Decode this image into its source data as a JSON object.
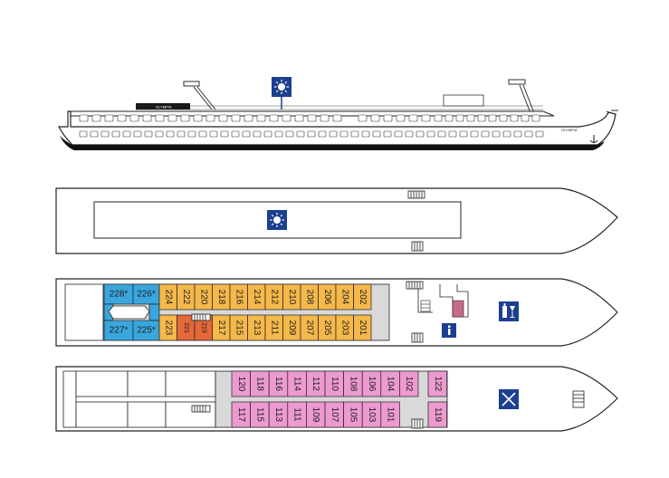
{
  "ship": {
    "name": "OLYMPIA"
  },
  "colors": {
    "orange": "#f5b84a",
    "blue": "#3aa6de",
    "red": "#e4683a",
    "pink": "#ec9ad0",
    "grey": "#d9d9d9",
    "icon_blue": "#1d3f8f",
    "hull_line": "#222222"
  },
  "icons": {
    "sun_deck": "sun-icon",
    "bar": "bar-icon",
    "info": "info-icon",
    "restaurant": "restaurant-icon"
  },
  "upper_deck": {
    "top_row": [
      {
        "num": "228*",
        "color": "blue"
      },
      {
        "num": "226*",
        "color": "blue"
      },
      {
        "num": "224",
        "color": "orange"
      },
      {
        "num": "222",
        "color": "orange"
      },
      {
        "num": "220",
        "color": "orange"
      },
      {
        "num": "218",
        "color": "orange"
      },
      {
        "num": "216",
        "color": "orange"
      },
      {
        "num": "214",
        "color": "orange"
      },
      {
        "num": "212",
        "color": "orange"
      },
      {
        "num": "210",
        "color": "orange"
      },
      {
        "num": "208",
        "color": "orange"
      },
      {
        "num": "206",
        "color": "orange"
      },
      {
        "num": "204",
        "color": "orange"
      },
      {
        "num": "202",
        "color": "orange"
      }
    ],
    "bottom_row": [
      {
        "num": "227*",
        "color": "blue"
      },
      {
        "num": "225*",
        "color": "blue"
      },
      {
        "num": "223",
        "color": "orange"
      },
      {
        "num": "221",
        "color": "red"
      },
      {
        "num": "219",
        "color": "red"
      },
      {
        "num": "217",
        "color": "orange"
      },
      {
        "num": "215",
        "color": "orange"
      },
      {
        "num": "213",
        "color": "orange"
      },
      {
        "num": "211",
        "color": "orange"
      },
      {
        "num": "209",
        "color": "orange"
      },
      {
        "num": "207",
        "color": "orange"
      },
      {
        "num": "205",
        "color": "orange"
      },
      {
        "num": "203",
        "color": "orange"
      },
      {
        "num": "201",
        "color": "orange"
      }
    ]
  },
  "main_deck": {
    "top_row": [
      "120",
      "118",
      "116",
      "114",
      "112",
      "110",
      "108",
      "106",
      "104",
      "102",
      "122"
    ],
    "bottom_row": [
      "117",
      "115",
      "113",
      "111",
      "109",
      "107",
      "105",
      "103",
      "101",
      "119"
    ]
  }
}
